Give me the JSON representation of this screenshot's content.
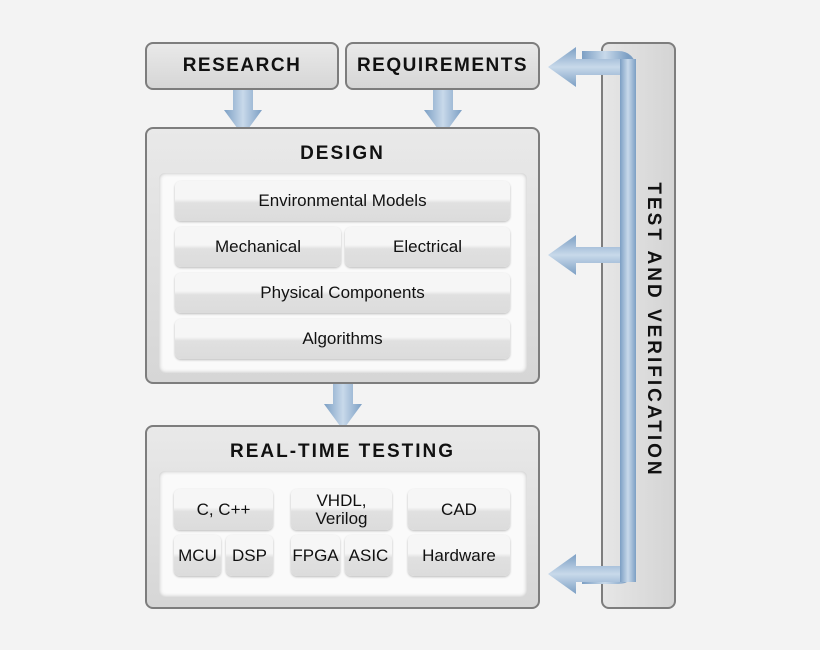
{
  "top_boxes": {
    "research": "RESEARCH",
    "requirements": "REQUIREMENTS"
  },
  "design": {
    "title": "DESIGN",
    "items": {
      "environmental_models": "Environmental Models",
      "mechanical": "Mechanical",
      "electrical": "Electrical",
      "physical_components": "Physical Components",
      "algorithms": "Algorithms"
    }
  },
  "realtime": {
    "title": "REAL-TIME TESTING",
    "items": {
      "c_cpp": "C, C++",
      "vhdl": "VHDL,",
      "verilog": "Verilog",
      "cad": "CAD",
      "mcu": "MCU",
      "dsp": "DSP",
      "fpga": "FPGA",
      "asic": "ASIC",
      "hardware": "Hardware"
    }
  },
  "test_verification": "TEST AND VERIFICATION",
  "colors": {
    "arrow": "#7c9fc4",
    "arrow_light": "#b9cde2",
    "box_border": "#7d7d7d"
  }
}
